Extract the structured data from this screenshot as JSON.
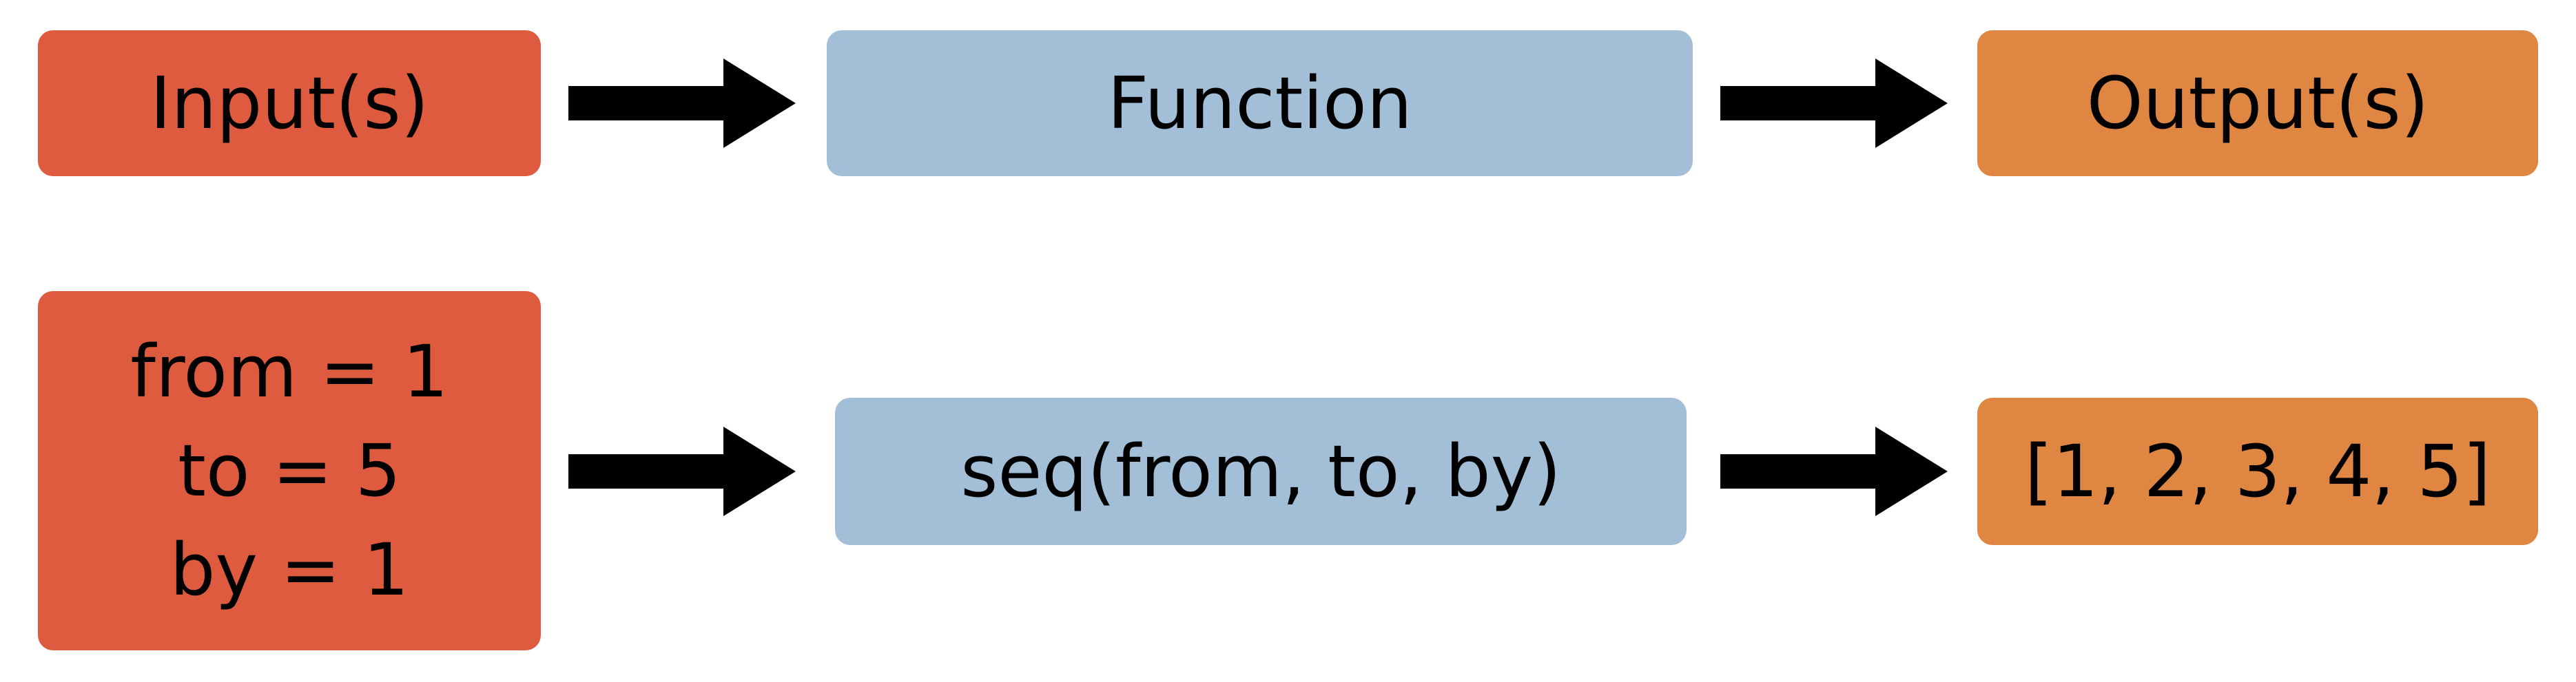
{
  "colors": {
    "input": "#DE5B3F",
    "function": "#A3BFD8",
    "output": "#DE8642",
    "arrow": "#000000",
    "text": "#000000"
  },
  "row1": {
    "input": "Input(s)",
    "function": "Function",
    "output": "Output(s)"
  },
  "row2": {
    "inputs": [
      "from = 1",
      "to = 5",
      "by = 1"
    ],
    "function": "seq(from, to, by)",
    "output": "[1, 2, 3, 4, 5]"
  }
}
